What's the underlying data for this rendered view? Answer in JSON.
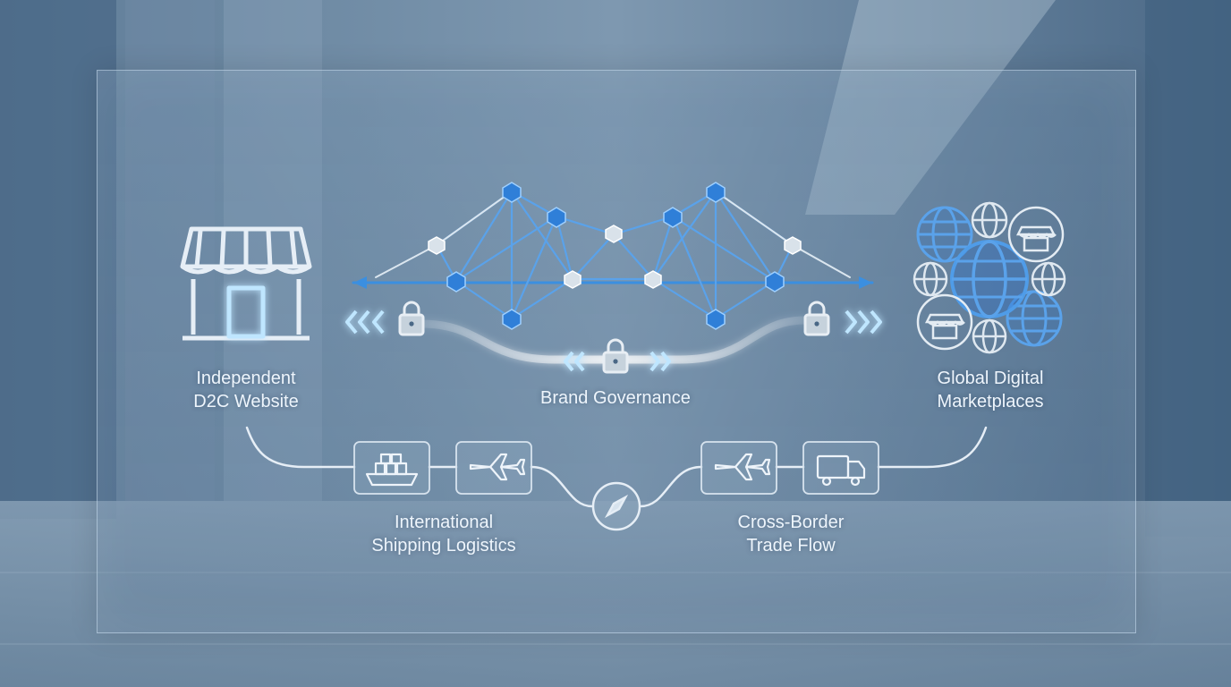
{
  "labels": {
    "d2c": {
      "line1": "Independent",
      "line2": "D2C Website"
    },
    "brand": "Brand Governance",
    "marketplaces": {
      "line1": "Global Digital",
      "line2": "Marketplaces"
    },
    "shipping": {
      "line1": "International",
      "line2": "Shipping Logistics"
    },
    "trade": {
      "line1": "Cross-Border",
      "line2": "Trade Flow"
    }
  },
  "icons": {
    "storefront": "storefront-icon",
    "lock": "lock-icon",
    "chevrons": "double-chevron-icon",
    "globe": "globe-icon",
    "market_stall": "market-stall-icon",
    "ship": "cargo-ship-icon",
    "plane": "airplane-icon",
    "compass": "compass-icon",
    "truck": "truck-icon"
  },
  "colors": {
    "accent_blue": "#3b8fe0",
    "node_blue": "#2f7fd8",
    "node_silver": "#d9e2ea",
    "glow": "#bfe6ff",
    "line": "#e8f2fb"
  }
}
